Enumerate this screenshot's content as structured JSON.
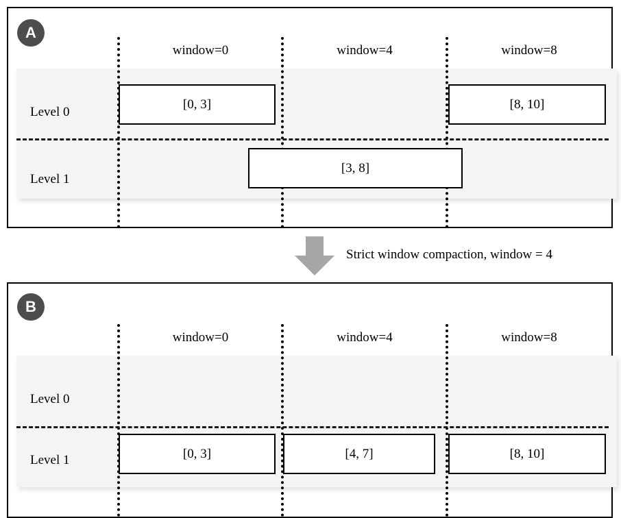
{
  "figure": {
    "panels": [
      {
        "id": "A",
        "badge_label": "A",
        "columns": [
          {
            "label": "window=0"
          },
          {
            "label": "window=4"
          },
          {
            "label": "window=8"
          }
        ],
        "rows": [
          {
            "label": "Level 0"
          },
          {
            "label": "Level 1"
          }
        ],
        "boxes": [
          {
            "label": "[0, 3]",
            "row": "Level 0",
            "column": "window=0"
          },
          {
            "label": "[8, 10]",
            "row": "Level 0",
            "column": "window=8"
          },
          {
            "label": "[3, 8]",
            "row": "Level 1",
            "column": "window=4"
          }
        ]
      },
      {
        "id": "B",
        "badge_label": "B",
        "columns": [
          {
            "label": "window=0"
          },
          {
            "label": "window=4"
          },
          {
            "label": "window=8"
          }
        ],
        "rows": [
          {
            "label": "Level 0"
          },
          {
            "label": "Level 1"
          }
        ],
        "boxes": [
          {
            "label": "[0, 3]",
            "row": "Level 1",
            "column": "window=0"
          },
          {
            "label": "[4, 7]",
            "row": "Level 1",
            "column": "window=4"
          },
          {
            "label": "[8, 10]",
            "row": "Level 1",
            "column": "window=8"
          }
        ]
      }
    ],
    "transition": {
      "caption": "Strict window compaction, window = 4",
      "arrow_direction": "down",
      "arrow_color": "#a6a6a6"
    },
    "colors": {
      "band": "#f4f4f4",
      "badge": "#4d4d4d",
      "badge_text": "#ffffff",
      "frame": "#000000",
      "box_border": "#000000",
      "box_fill": "#ffffff",
      "divider": "#1a1a1a"
    }
  }
}
